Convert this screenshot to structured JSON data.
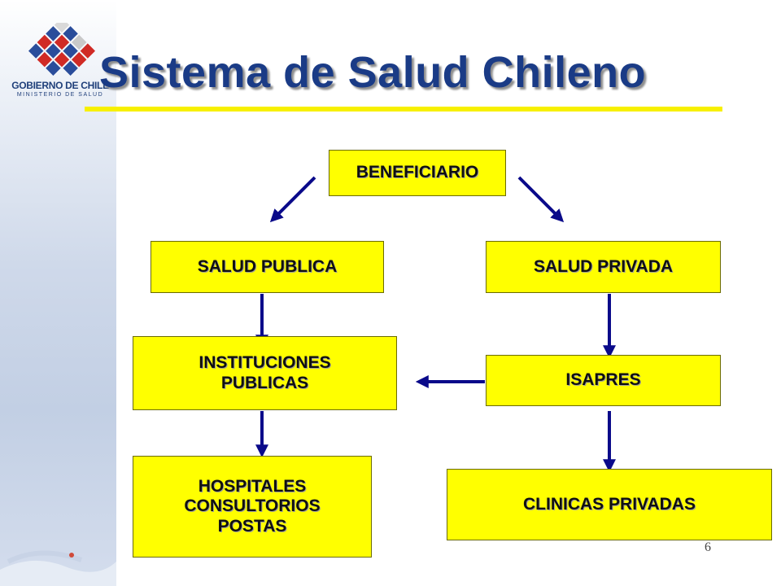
{
  "header": {
    "logo_line1": "GOBIERNO DE CHILE",
    "logo_line2": "MINISTERIO DE SALUD",
    "title": "Sistema de Salud Chileno"
  },
  "diagram": {
    "beneficiario": "BENEFICIARIO",
    "salud_publica": "SALUD PUBLICA",
    "salud_privada": "SALUD PRIVADA",
    "instituciones_line1": "INSTITUCIONES",
    "instituciones_line2": "PUBLICAS",
    "isapres": "ISAPRES",
    "hospitales_line1": "HOSPITALES",
    "hospitales_line2": "CONSULTORIOS",
    "hospitales_line3": "POSTAS",
    "clinicas": "CLINICAS PRIVADAS"
  },
  "footer": {
    "page_number": "6"
  },
  "colors": {
    "box_fill": "#ffff00",
    "arrow": "#0a0a8a",
    "title": "#1a3b86",
    "rule": "#f7f000"
  }
}
